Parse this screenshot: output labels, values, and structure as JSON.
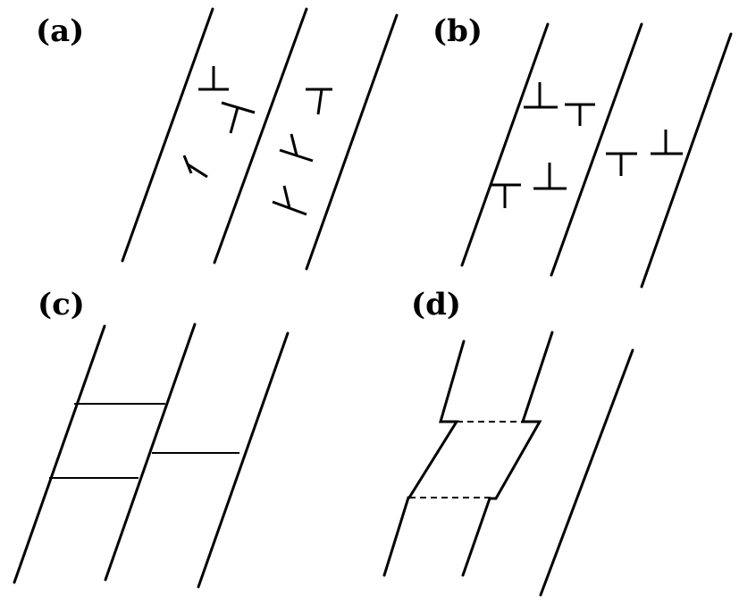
{
  "panels": {
    "a": {
      "label": "(a)"
    },
    "b": {
      "label": "(b)"
    },
    "c": {
      "label": "(c)"
    },
    "d": {
      "label": "(d)"
    }
  },
  "colors": {
    "ink": "#000000",
    "background": "#ffffff"
  }
}
